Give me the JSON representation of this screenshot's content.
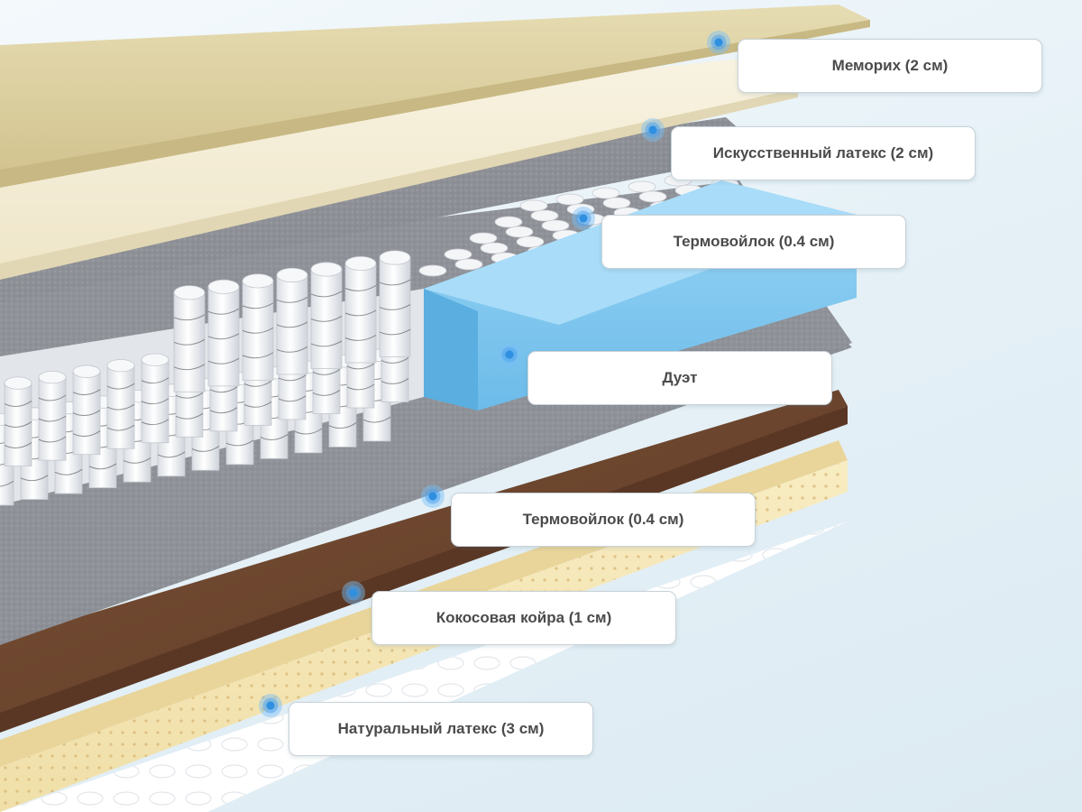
{
  "layers": [
    {
      "label": "Мемориx (2 см)"
    },
    {
      "label": "Искусственный латекс (2 см)"
    },
    {
      "label": "Термовойлок (0.4 см)"
    },
    {
      "label": "Дуэт"
    },
    {
      "label": "Термовойлок (0.4 см)"
    },
    {
      "label": "Кокосовая койра (1 см)"
    },
    {
      "label": "Натуральный латекс (3 см)"
    }
  ],
  "colors": {
    "memory_foam": "#dccfa0",
    "artificial_latex": "#f4eedb",
    "felt": "#8d9096",
    "springs": "#f3f4f6",
    "duet_foam": "#7cc6ef",
    "coconut_coir": "#6e4630",
    "natural_latex": "#f6e7b8",
    "cover": "#ffffff",
    "hotspot": "#4aa7ee"
  }
}
